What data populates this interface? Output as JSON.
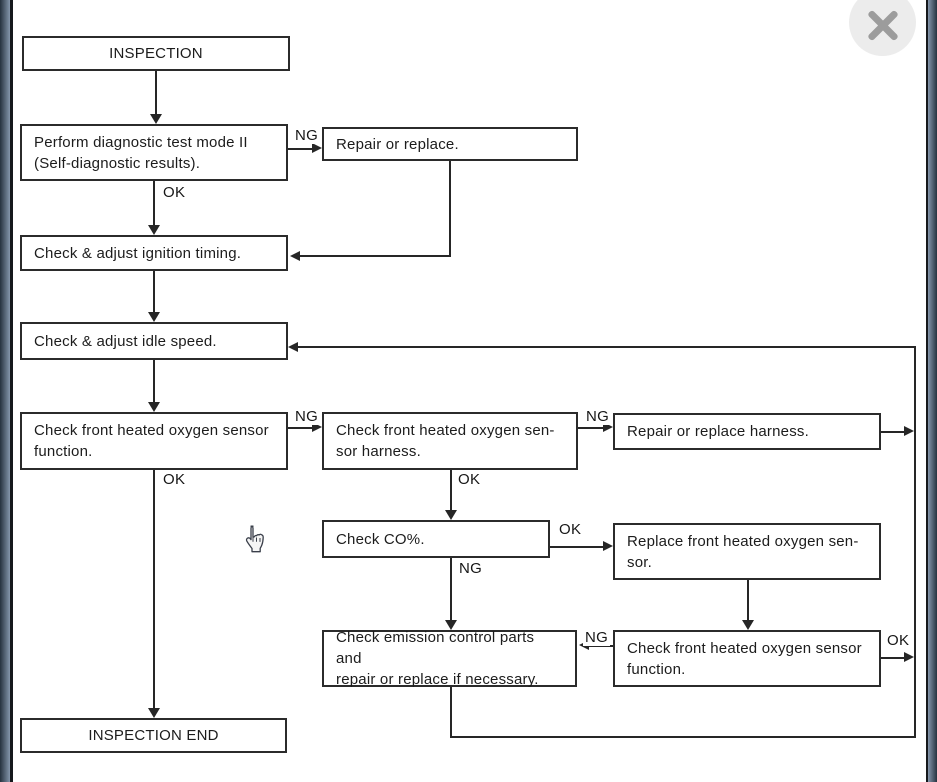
{
  "viewer": {
    "icons": {
      "close": "close-icon",
      "cursor": "hand-pointer-cursor"
    }
  },
  "flowchart": {
    "title": "Front heated oxygen sensor inspection flowchart",
    "nodes": [
      {
        "id": "inspection",
        "text": "INSPECTION"
      },
      {
        "id": "diag",
        "text": "Perform diagnostic test mode II\n(Self-diagnostic results)."
      },
      {
        "id": "repair",
        "text": "Repair or replace."
      },
      {
        "id": "ignition",
        "text": "Check & adjust ignition timing."
      },
      {
        "id": "idle",
        "text": "Check & adjust idle speed."
      },
      {
        "id": "o2_function_1",
        "text": "Check front heated oxygen sensor\nfunction."
      },
      {
        "id": "o2_harness",
        "text": "Check front heated oxygen sen-\nsor harness."
      },
      {
        "id": "repair_harness",
        "text": "Repair or replace harness."
      },
      {
        "id": "check_co",
        "text": "Check CO%."
      },
      {
        "id": "replace_sensor",
        "text": "Replace front heated oxygen sen-\nsor."
      },
      {
        "id": "emission",
        "text": "Check emission control parts and\nrepair or replace if necessary."
      },
      {
        "id": "o2_function_2",
        "text": "Check front heated oxygen sensor\nfunction."
      },
      {
        "id": "end",
        "text": "INSPECTION END"
      }
    ],
    "edge_labels": {
      "diag_ng": "NG",
      "diag_ok": "OK",
      "o2func1_ng": "NG",
      "o2func1_ok": "OK",
      "harness_ng": "NG",
      "harness_ok": "OK",
      "co_ok": "OK",
      "co_ng": "NG",
      "o2func2_ng": "NG",
      "o2func2_ok": "OK"
    }
  }
}
